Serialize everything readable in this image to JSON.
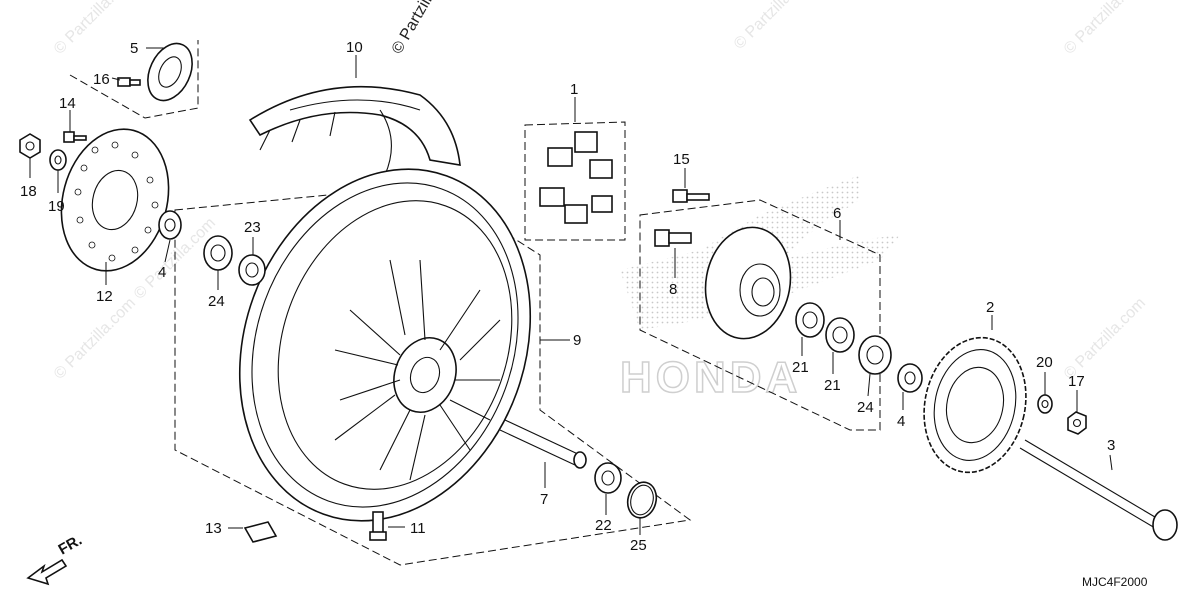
{
  "watermarks": [
    "© Partzilla.com",
    "© Partzilla.com",
    "© Partzilla.com",
    "© Partzilla.com",
    "© Partzilla.com",
    "© Partzilla.com",
    "© Partzilla.com"
  ],
  "brand_watermark": "HONDA",
  "diagram_code": "MJC4F2000",
  "front_arrow_label": "FR.",
  "callouts": [
    "5",
    "16",
    "10",
    "1",
    "14",
    "18",
    "19",
    "15",
    "6",
    "4",
    "12",
    "24",
    "23",
    "8",
    "9",
    "2",
    "21",
    "21",
    "20",
    "17",
    "24",
    "4",
    "3",
    "7",
    "13",
    "11",
    "22",
    "25"
  ]
}
